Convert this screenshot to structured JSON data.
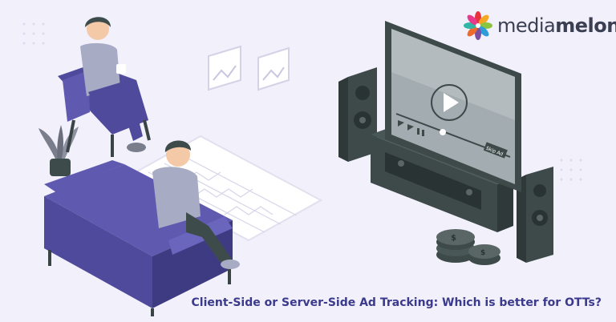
{
  "brand": {
    "name_part1": "media",
    "name_part2": "melon",
    "petal_colors": [
      "#e8323c",
      "#f6a623",
      "#8bc540",
      "#2e9cd8",
      "#7b4fa0",
      "#ee6c2b",
      "#33b5a5",
      "#e63b8c"
    ]
  },
  "caption": "Client-Side or Server-Side Ad Tracking: Which is better for OTTs?",
  "tv_screen": {
    "skip_label": "Skip Ad"
  },
  "colors": {
    "background": "#f1f0fb",
    "sofa": "#4f4a9c",
    "tv_frame": "#3e4a4a",
    "caption": "#3b3a8c"
  }
}
